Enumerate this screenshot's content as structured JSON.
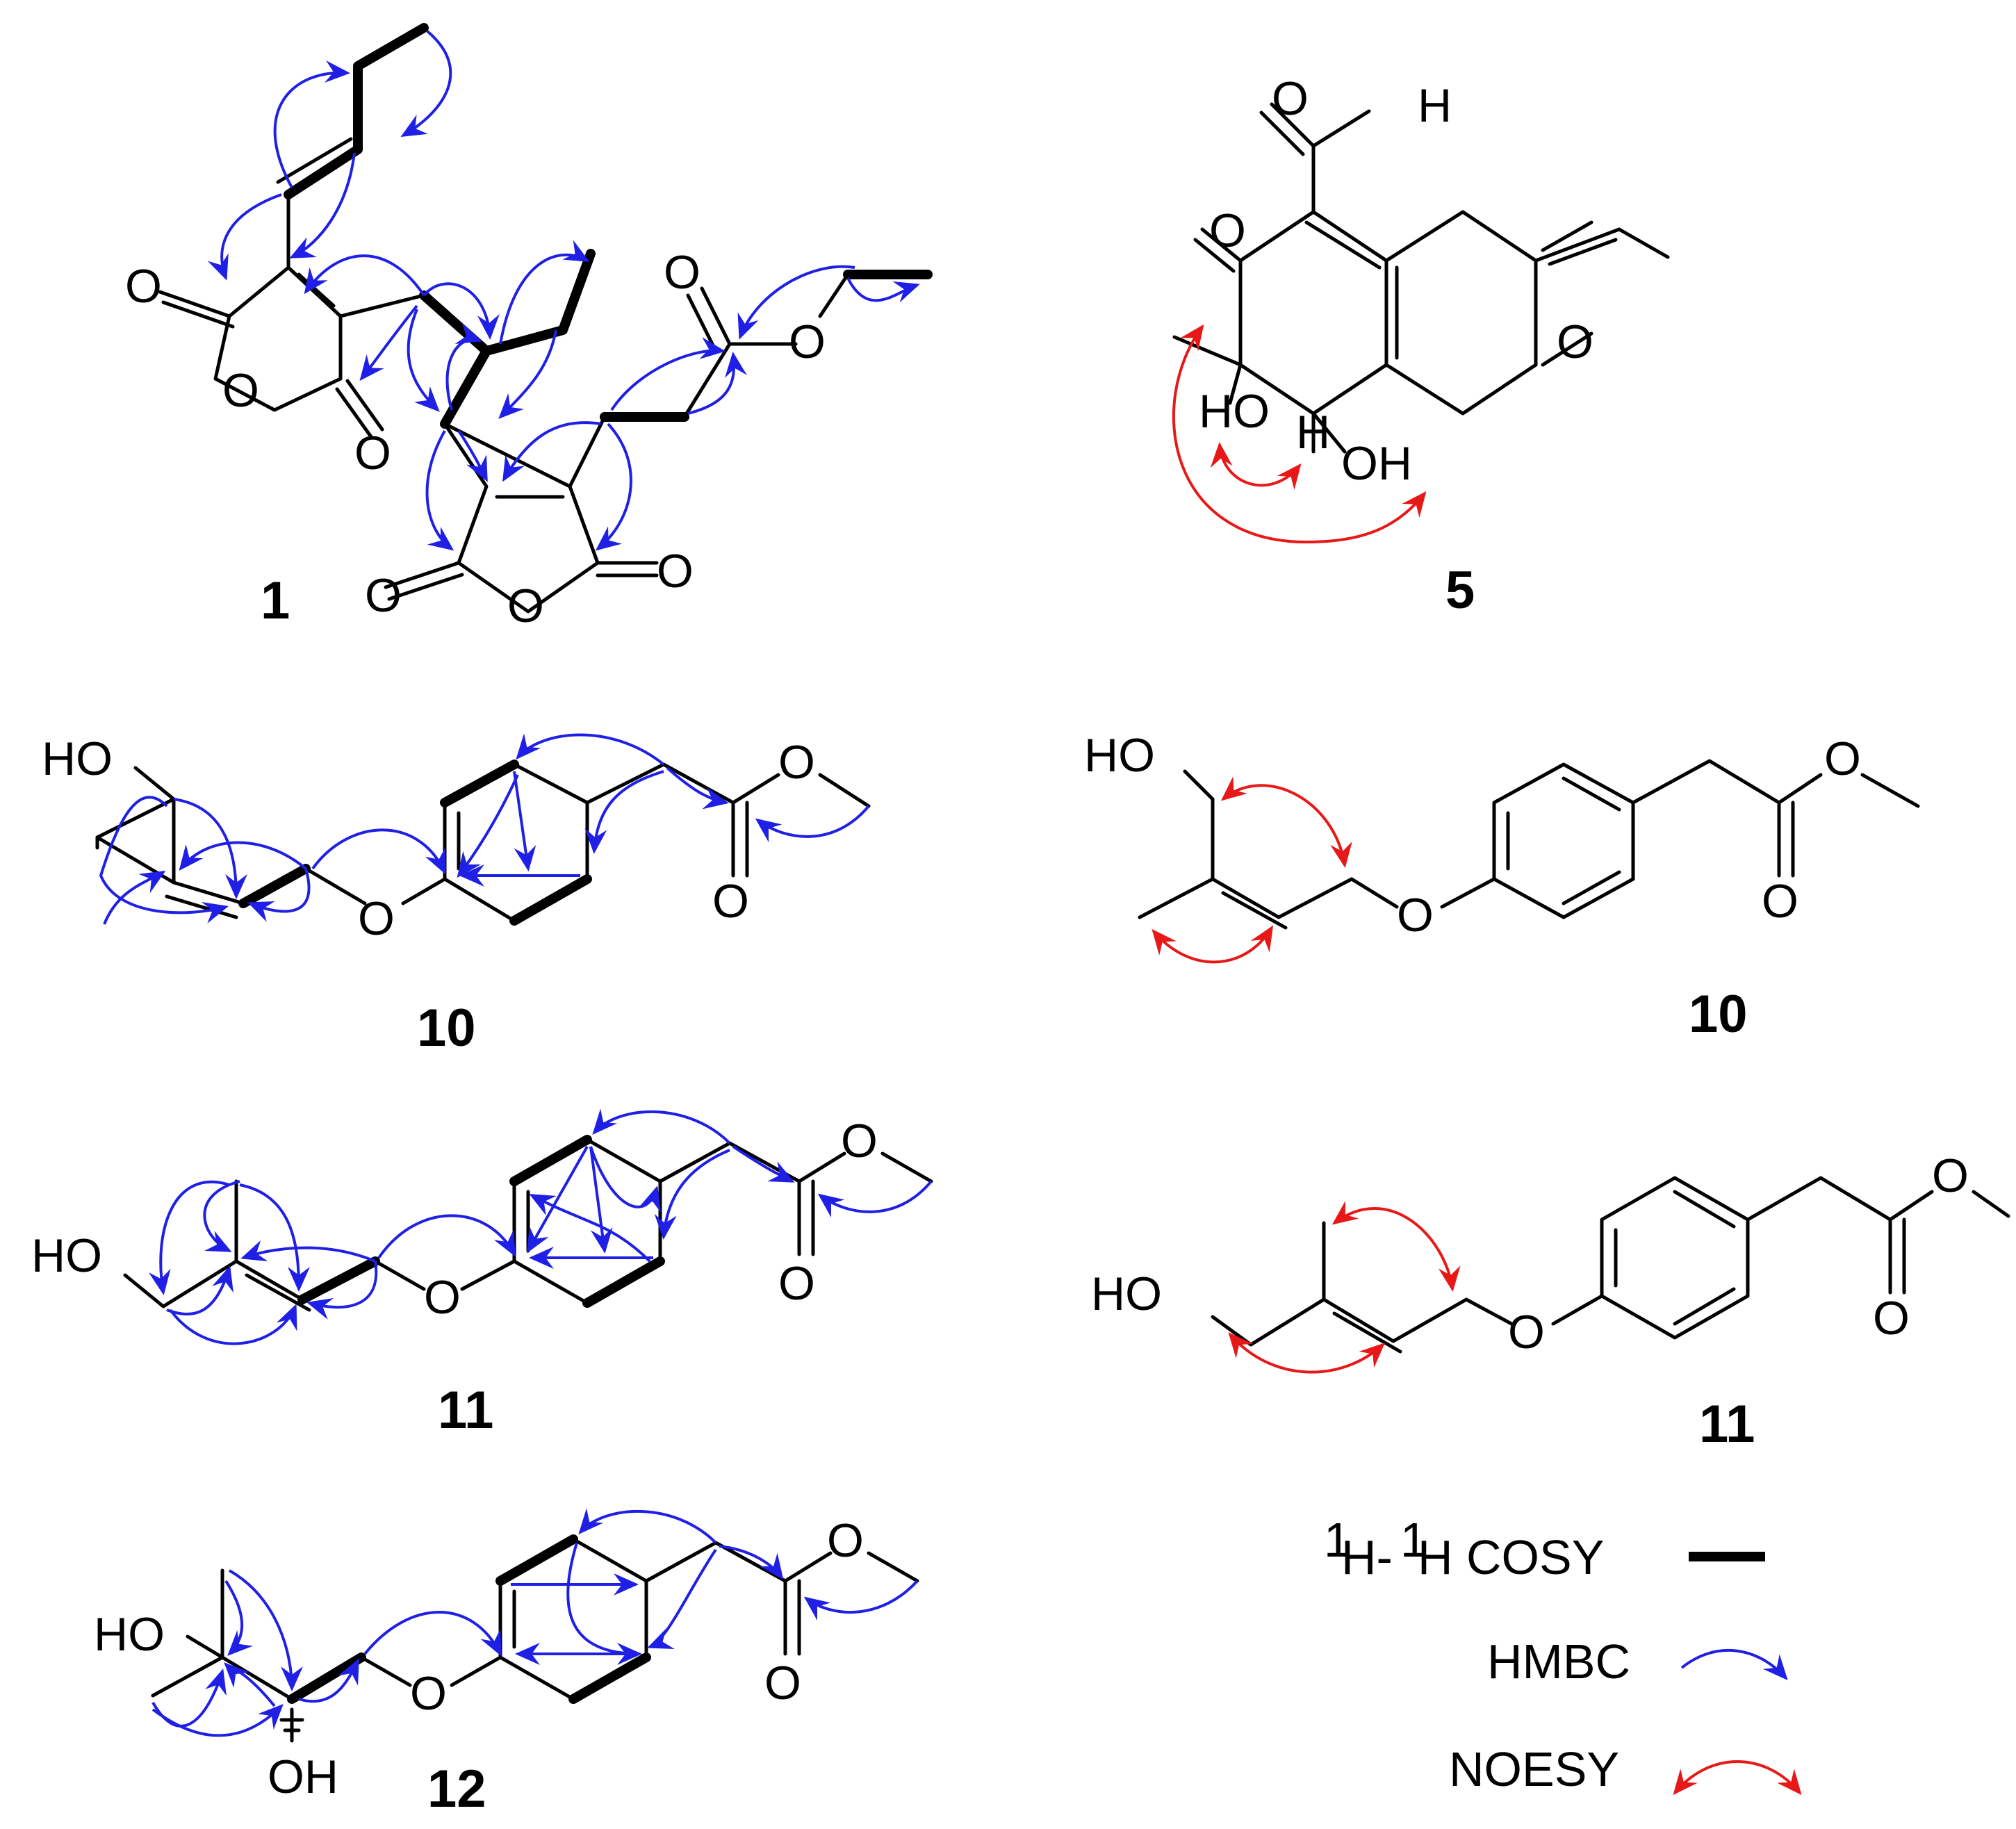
{
  "compounds": [
    {
      "label": "1"
    },
    {
      "label": "5"
    },
    {
      "label": "10"
    },
    {
      "label": "10"
    },
    {
      "label": "11"
    },
    {
      "label": "11"
    },
    {
      "label": "12"
    }
  ],
  "atoms": {
    "O": "O",
    "H": "H",
    "HO": "HO",
    "OH": "OH"
  },
  "legend": {
    "cosy_sup": "1",
    "cosy_h": "H-",
    "cosy_label": "H COSY",
    "hmbc_label": "HMBC",
    "noesy_label": "NOESY"
  },
  "colors": {
    "hmbc": "#1f1fe6",
    "noesy": "#e81818",
    "bond": "#000000"
  }
}
